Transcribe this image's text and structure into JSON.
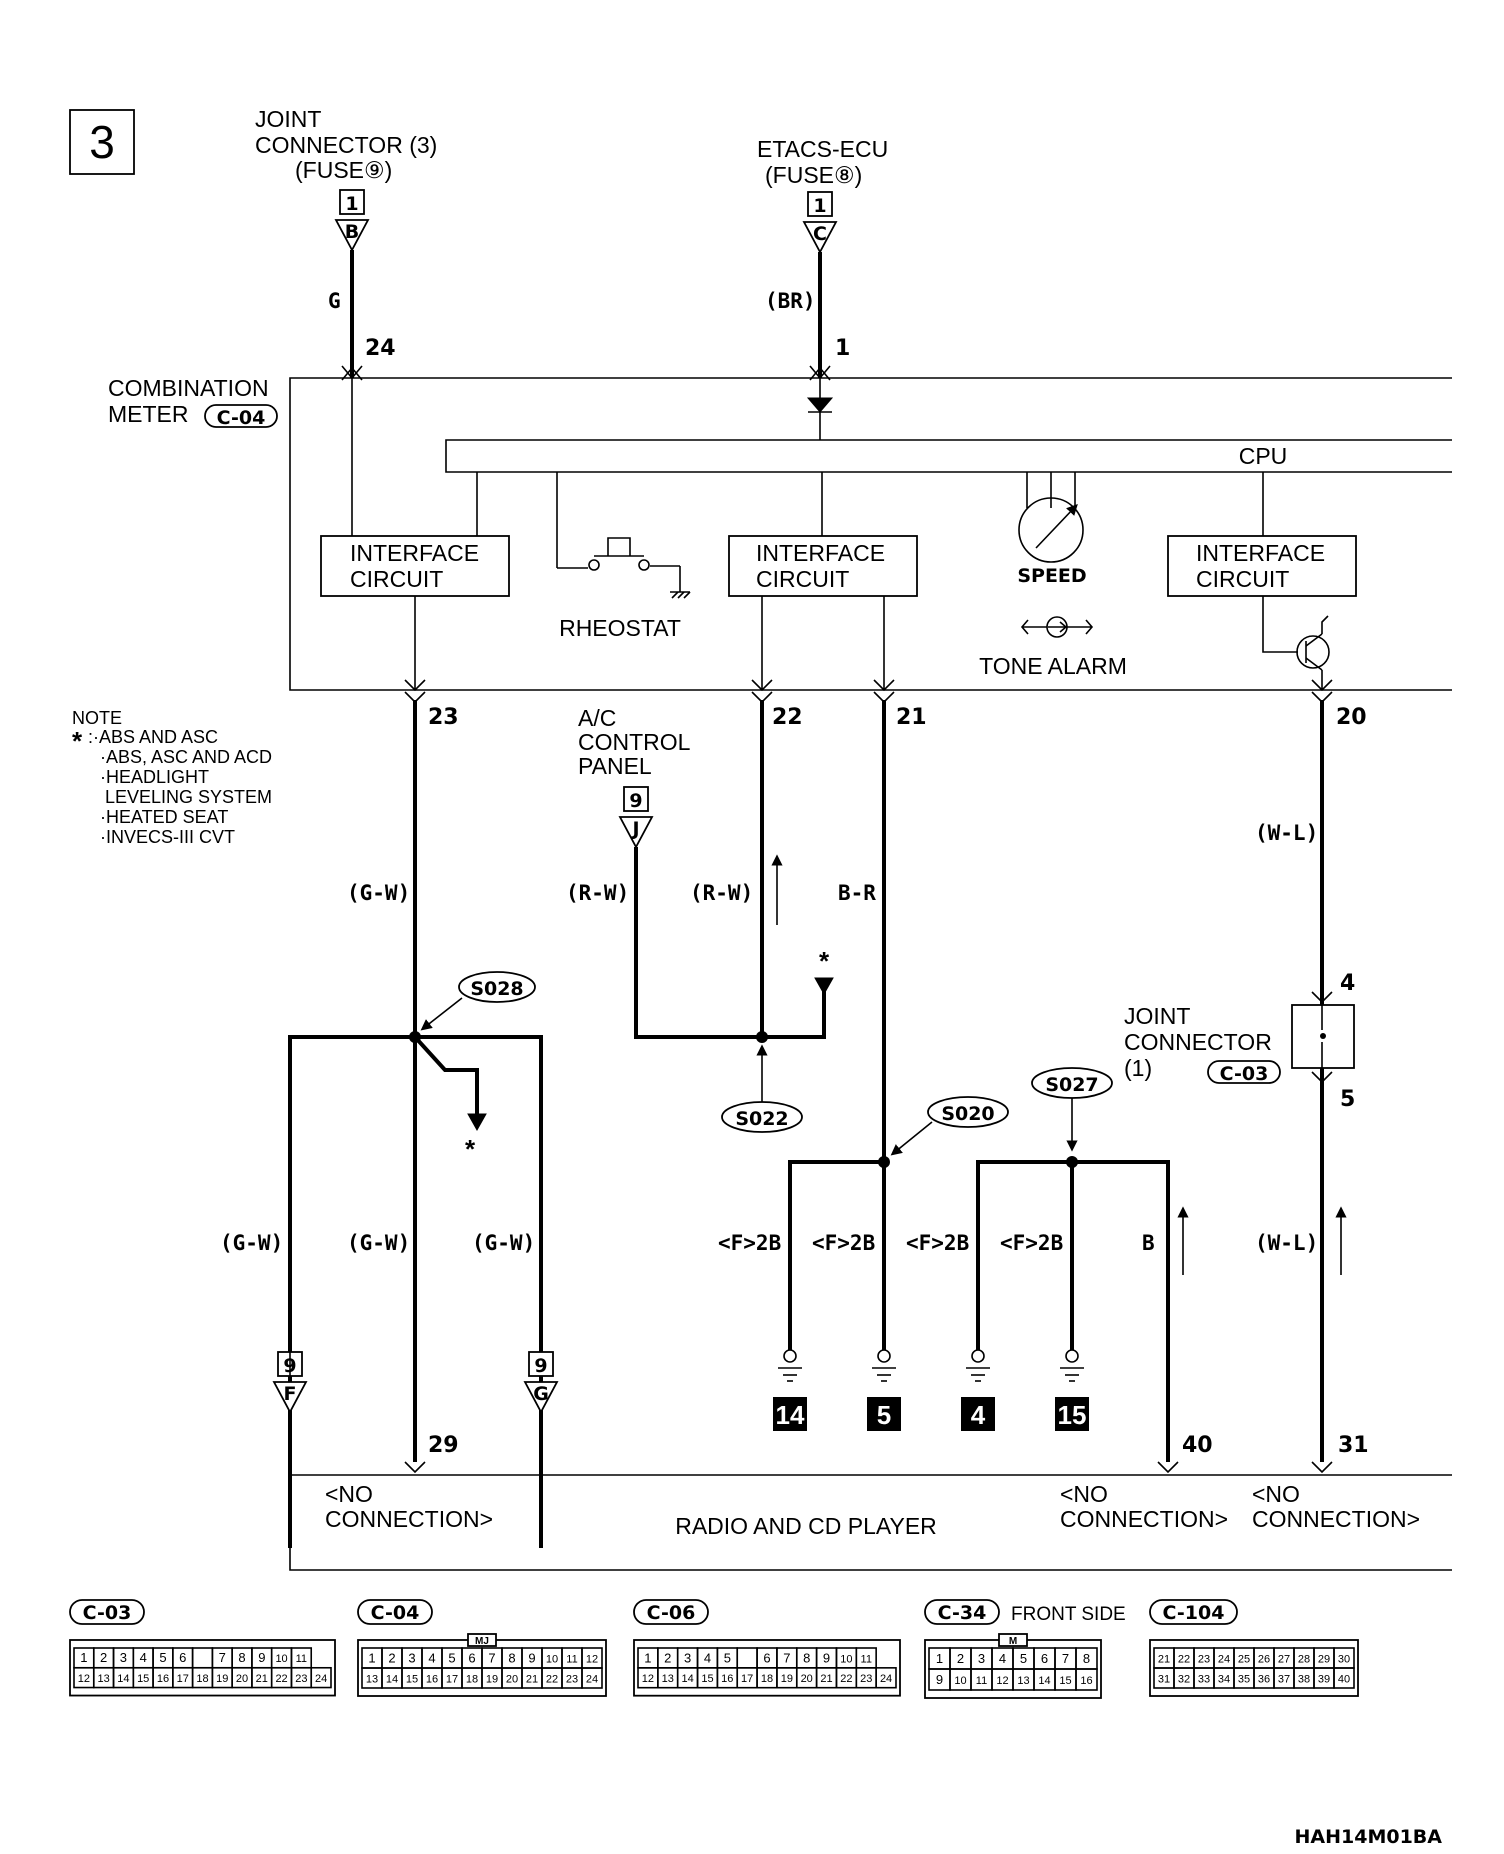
{
  "page_number": "3",
  "top_connectors": [
    {
      "lines": [
        "JOINT",
        "CONNECTOR (3)",
        "(FUSE⑨)"
      ],
      "pin_box": "1",
      "terminal": "B",
      "wire": "G",
      "pin": "24"
    },
    {
      "lines": [
        "ETACS-ECU",
        "(FUSE⑧)"
      ],
      "pin_box": "1",
      "terminal": "C",
      "wire": "(BR)",
      "pin": "1"
    }
  ],
  "combination_meter": {
    "label_line1": "COMBINATION",
    "label_line2": "METER",
    "connector": "C-04"
  },
  "cpu_label": "CPU",
  "interface_circuits": [
    "INTERFACE",
    "CIRCUIT"
  ],
  "rheostat_label": "RHEOSTAT",
  "speed_label": "SPEED",
  "tone_alarm_label": "TONE ALARM",
  "meter_pins": [
    "23",
    "22",
    "21",
    "20"
  ],
  "note": {
    "title": "NOTE",
    "lines": [
      ":·ABS AND ASC",
      "·ABS, ASC AND ACD",
      "·HEADLIGHT",
      "LEVELING SYSTEM",
      "·HEATED SEAT",
      "·INVECS-III CVT"
    ]
  },
  "ac_panel": {
    "lines": [
      "A/C",
      "CONTROL",
      "PANEL"
    ],
    "pin_box": "9",
    "terminal": "J"
  },
  "wire_labels": {
    "gw": "(G-W)",
    "rw": "(R-W)",
    "br": "B-R",
    "wl": "(W-L)",
    "f2b": "<F>2B",
    "b": "B"
  },
  "splices": [
    "S028",
    "S022",
    "S020",
    "S027"
  ],
  "joint_connector_1": {
    "lines": [
      "JOINT",
      "CONNECTOR",
      "(1)"
    ],
    "connector": "C-03",
    "pin_top": "4",
    "pin_bottom": "5"
  },
  "connector_f": {
    "pin_box": "9",
    "terminal": "F"
  },
  "connector_g": {
    "pin_box": "9",
    "terminal": "G"
  },
  "grounds": [
    "14",
    "5",
    "4",
    "15"
  ],
  "radio_pins": [
    "29",
    "40",
    "31"
  ],
  "radio": {
    "name": "RADIO AND CD PLAYER",
    "no_conn_1": "<NO",
    "no_conn_2": "CONNECTION>"
  },
  "connector_views": [
    {
      "id": "C-03",
      "rows": [
        [
          "1",
          "2",
          "3",
          "4",
          "5",
          "6",
          "",
          "7",
          "8",
          "9",
          "10",
          "11"
        ],
        [
          "12",
          "13",
          "14",
          "15",
          "16",
          "17",
          "18",
          "19",
          "20",
          "21",
          "22",
          "23",
          "24"
        ]
      ]
    },
    {
      "id": "C-04",
      "tag": "MJ",
      "rows": [
        [
          "1",
          "2",
          "3",
          "4",
          "5",
          "6",
          "7",
          "8",
          "9",
          "10",
          "11",
          "12"
        ],
        [
          "13",
          "14",
          "15",
          "16",
          "17",
          "18",
          "19",
          "20",
          "21",
          "22",
          "23",
          "24"
        ]
      ]
    },
    {
      "id": "C-06",
      "rows": [
        [
          "1",
          "2",
          "3",
          "4",
          "5",
          "",
          "6",
          "7",
          "8",
          "9",
          "10",
          "11"
        ],
        [
          "12",
          "13",
          "14",
          "15",
          "16",
          "17",
          "18",
          "19",
          "20",
          "21",
          "22",
          "23",
          "24"
        ]
      ]
    },
    {
      "id": "C-34",
      "note": "FRONT SIDE",
      "tag": "M",
      "rows": [
        [
          "1",
          "2",
          "3",
          "4",
          "5",
          "6",
          "7",
          "8"
        ],
        [
          "9",
          "10",
          "11",
          "12",
          "13",
          "14",
          "15",
          "16"
        ]
      ]
    },
    {
      "id": "C-104",
      "rows": [
        [
          "21",
          "22",
          "23",
          "24",
          "25",
          "26",
          "27",
          "28",
          "29",
          "30"
        ],
        [
          "31",
          "32",
          "33",
          "34",
          "35",
          "36",
          "37",
          "38",
          "39",
          "40"
        ]
      ]
    }
  ],
  "drawing_code": "HAH14M01BA"
}
